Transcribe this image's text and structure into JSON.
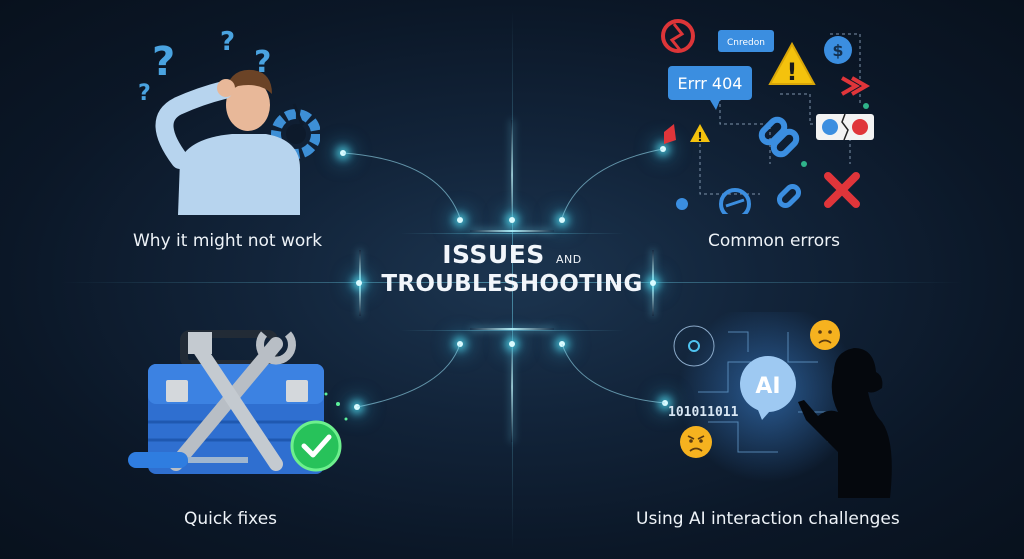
{
  "title": {
    "line1_main": "ISSUES",
    "line1_small": "AND",
    "line2": "TROUBLESHOOTING"
  },
  "quadrants": [
    {
      "id": "top-left",
      "label": "Why it might not work",
      "illustration": "confused-person-with-question-marks-and-broken-gear"
    },
    {
      "id": "top-right",
      "label": "Common errors",
      "illustration": "error-icons-cluster",
      "badges": {
        "error_bubble": "Errr 404",
        "small_bubble": "Cnredon",
        "ai_bubble": ""
      }
    },
    {
      "id": "bottom-left",
      "label": "Quick fixes",
      "illustration": "toolbox-wrenches-checkmark"
    },
    {
      "id": "bottom-right",
      "label": "Using AI interaction challenges",
      "illustration": "ai-bubble-silhouette-emojis",
      "badges": {
        "ai_bubble": "AI",
        "binary": "101011011"
      }
    }
  ],
  "colors": {
    "background": "#0b1727",
    "glow": "#7fe6f5",
    "accent_blue": "#3b8ee0",
    "warning_yellow": "#f4c20d",
    "error_red": "#e0353a",
    "success_green": "#27c25a"
  }
}
